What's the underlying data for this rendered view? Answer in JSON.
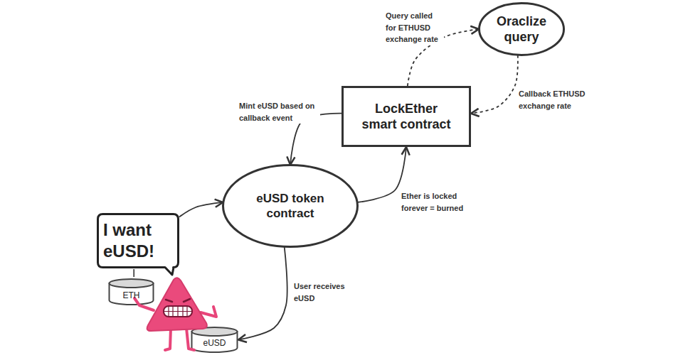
{
  "diagram": {
    "nodes": [
      {
        "text": [
          "Oraclize query"
        ]
      },
      {
        "text": [
          "LockEther smart contract"
        ]
      },
      {
        "text": [
          "eUSD token contract"
        ]
      },
      {
        "text": [
          "I want eUSD!"
        ]
      },
      {
        "text": [
          "ETH"
        ]
      },
      {
        "text": [
          "eUSD"
        ]
      }
    ],
    "edges": [
      {
        "from": 1,
        "to": 0,
        "label": "Query called for ETHUSD exchange rate",
        "arrow": "to"
      },
      {
        "from": 0,
        "to": 1,
        "label": "Callback ETHUSD exchange rate",
        "arrow": "to"
      },
      {
        "from": 1,
        "to": 2,
        "label": "Mint eUSD based on callback event",
        "arrow": "to"
      },
      {
        "from": 2,
        "to": 1,
        "label": "Ether is locked forever = burned",
        "arrow": "to"
      },
      {
        "from": 3,
        "to": 2,
        "arrow": "to"
      },
      {
        "from": 2,
        "to": 5,
        "label": "User receives eUSD",
        "arrow": "to"
      }
    ]
  }
}
